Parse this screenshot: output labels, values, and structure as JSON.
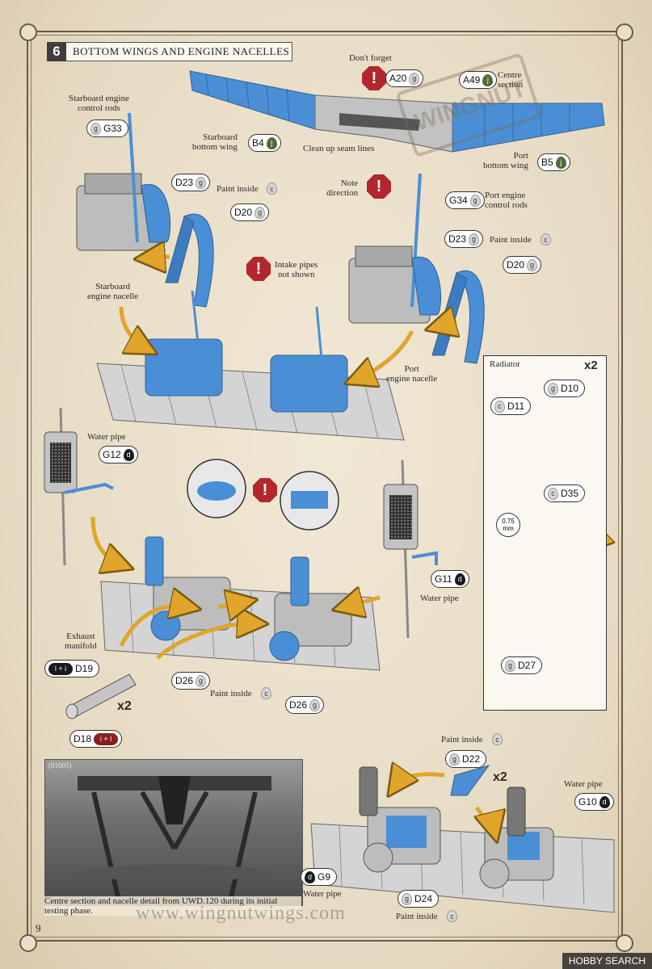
{
  "step": {
    "number": "6",
    "title": "BOTTOM WINGS AND ENGINE NACELLES"
  },
  "labels": {
    "dont_forget": "Don't forget",
    "centre_section": "Centre\nsection",
    "starboard_control_rods": "Starboard engine\ncontrol rods",
    "starboard_bottom_wing": "Starboard\nbottom wing",
    "clean_up": "Clean up seam lines",
    "port_bottom_wing": "Port\nbottom wing",
    "paint_inside_1": "Paint inside",
    "note_direction": "Note\ndirection",
    "port_control_rods": "Port engine\ncontrol rods",
    "paint_inside_2": "Paint inside",
    "intake_pipes": "Intake pipes\nnot shown",
    "starboard_nacelle": "Starboard\nengine nacelle",
    "port_nacelle": "Port\nengine nacelle",
    "radiator": "Radiator",
    "radiator_x2": "x2",
    "water_pipe_1": "Water pipe",
    "water_pipe_2": "Water pipe",
    "exhaust_manifold": "Exhaust\nmanifold",
    "exhaust_x2": "x2",
    "paint_inside_3": "Paint inside",
    "paint_inside_4": "Paint inside",
    "d22_x2": "x2",
    "water_pipe_3": "Water pipe",
    "water_pipe_4": "Water pipe",
    "paint_inside_5": "Paint inside",
    "photo_caption": "Centre section and nacelle detail from UWD.120 during its initial testing phase.",
    "photo_tag": "(01005)",
    "website": "www.wingnutwings.com",
    "page_number": "9",
    "wingnut_stamp": "WINGNUT",
    "brand": "HOBBY SEARCH",
    "mm": "0.75\nmm"
  },
  "parts": {
    "A20": {
      "code": "A20",
      "paint": "g"
    },
    "A49": {
      "code": "A49",
      "paint": "j"
    },
    "G33": {
      "code": "G33",
      "paint": "g"
    },
    "B4": {
      "code": "B4",
      "paint": "j"
    },
    "B5": {
      "code": "B5",
      "paint": "j"
    },
    "D23a": {
      "code": "D23",
      "paint": "g"
    },
    "D20a": {
      "code": "D20",
      "paint": "g"
    },
    "G34": {
      "code": "G34",
      "paint": "g"
    },
    "D23b": {
      "code": "D23",
      "paint": "g"
    },
    "D20b": {
      "code": "D20",
      "paint": "g"
    },
    "D10": {
      "code": "D10",
      "paint": "g"
    },
    "D11": {
      "code": "D11",
      "paint": "c"
    },
    "D35": {
      "code": "D35",
      "paint": "c"
    },
    "D27": {
      "code": "D27",
      "paint": "g"
    },
    "G12": {
      "code": "G12",
      "paint": "d"
    },
    "G11": {
      "code": "G11",
      "paint": "d"
    },
    "D19": {
      "code": "D19",
      "paint": "l + i"
    },
    "D18": {
      "code": "D18",
      "paint": "i + l"
    },
    "D26a": {
      "code": "D26",
      "paint": "g"
    },
    "D26b": {
      "code": "D26",
      "paint": "g"
    },
    "D22": {
      "code": "D22",
      "paint": "g"
    },
    "G10": {
      "code": "G10",
      "paint": "d"
    },
    "G9": {
      "code": "G9",
      "paint": "d"
    },
    "D24": {
      "code": "D24",
      "paint": "g"
    }
  },
  "paint_marks": {
    "c": "c",
    "g": "g",
    "j": "j",
    "d": "d",
    "i": "i",
    "l": "l"
  },
  "warning_glyph": "!",
  "colors": {
    "part_blue": "#4a8fd6",
    "grey": "#b9b9b9",
    "warn_red": "#b3262b",
    "arrow": "#e0a52a"
  }
}
